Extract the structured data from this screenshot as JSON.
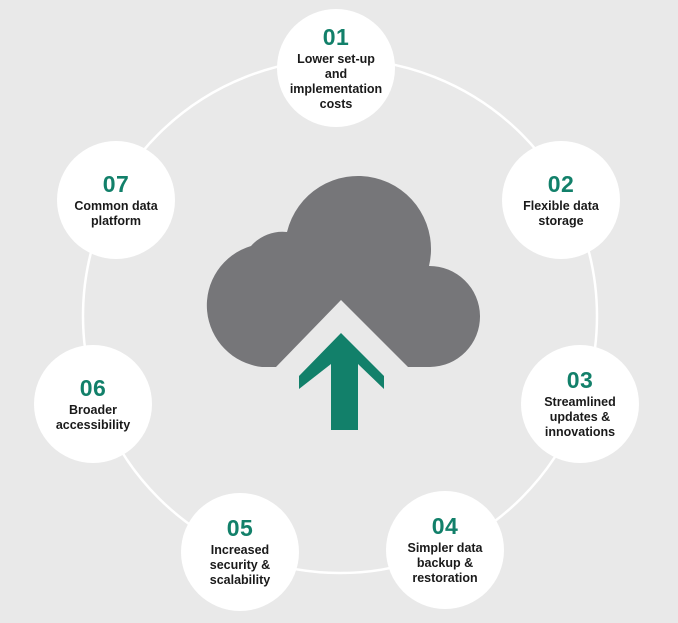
{
  "center": {
    "icon": "cloud-upload-icon"
  },
  "colors": {
    "accent": "#12806a",
    "cloud": "#767679",
    "ring": "#ffffff",
    "background": "#e9e9e9"
  },
  "benefits": [
    {
      "number": "01",
      "label": "Lower set-up and\nimplementation\ncosts"
    },
    {
      "number": "02",
      "label": "Flexible data\nstorage"
    },
    {
      "number": "03",
      "label": "Streamlined\nupdates &\ninnovations"
    },
    {
      "number": "04",
      "label": "Simpler data\nbackup &\nrestoration"
    },
    {
      "number": "05",
      "label": "Increased\nsecurity &\nscalability"
    },
    {
      "number": "06",
      "label": "Broader\naccessibility"
    },
    {
      "number": "07",
      "label": "Common data\nplatform"
    }
  ]
}
